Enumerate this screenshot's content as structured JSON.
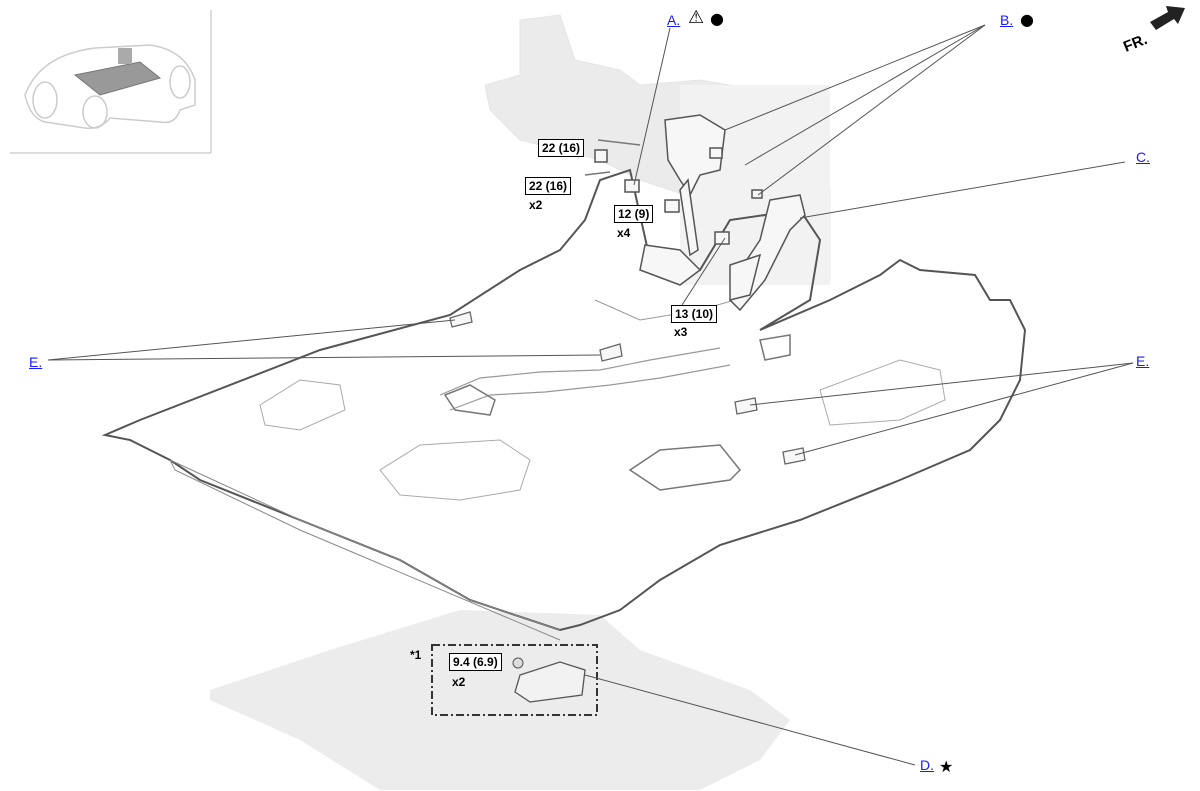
{
  "diagram": {
    "front_indicator": "FR.",
    "callouts": [
      {
        "id": "a",
        "label": "A.",
        "icons": [
          "warning-icon",
          "filled-circle-icon"
        ]
      },
      {
        "id": "b",
        "label": "B.",
        "icons": [
          "filled-circle-icon"
        ]
      },
      {
        "id": "c",
        "label": "C.",
        "icons": []
      },
      {
        "id": "d",
        "label": "D.",
        "icons": [
          "star-icon"
        ]
      },
      {
        "id": "e_left",
        "label": "E.",
        "icons": []
      },
      {
        "id": "e_right",
        "label": "E.",
        "icons": []
      }
    ],
    "torque_specs": [
      {
        "id": "t1",
        "value": "22 (16)",
        "qty": ""
      },
      {
        "id": "t2",
        "value": "22 (16)",
        "qty": "x2"
      },
      {
        "id": "t3",
        "value": "12 (9)",
        "qty": "x4"
      },
      {
        "id": "t4",
        "value": "13 (10)",
        "qty": "x3"
      },
      {
        "id": "t5",
        "value": "9.4 (6.9)",
        "qty": "x2"
      }
    ],
    "detail_note": "*1",
    "icons": {
      "warning": "⚠",
      "circle": "●",
      "star": "★"
    }
  }
}
